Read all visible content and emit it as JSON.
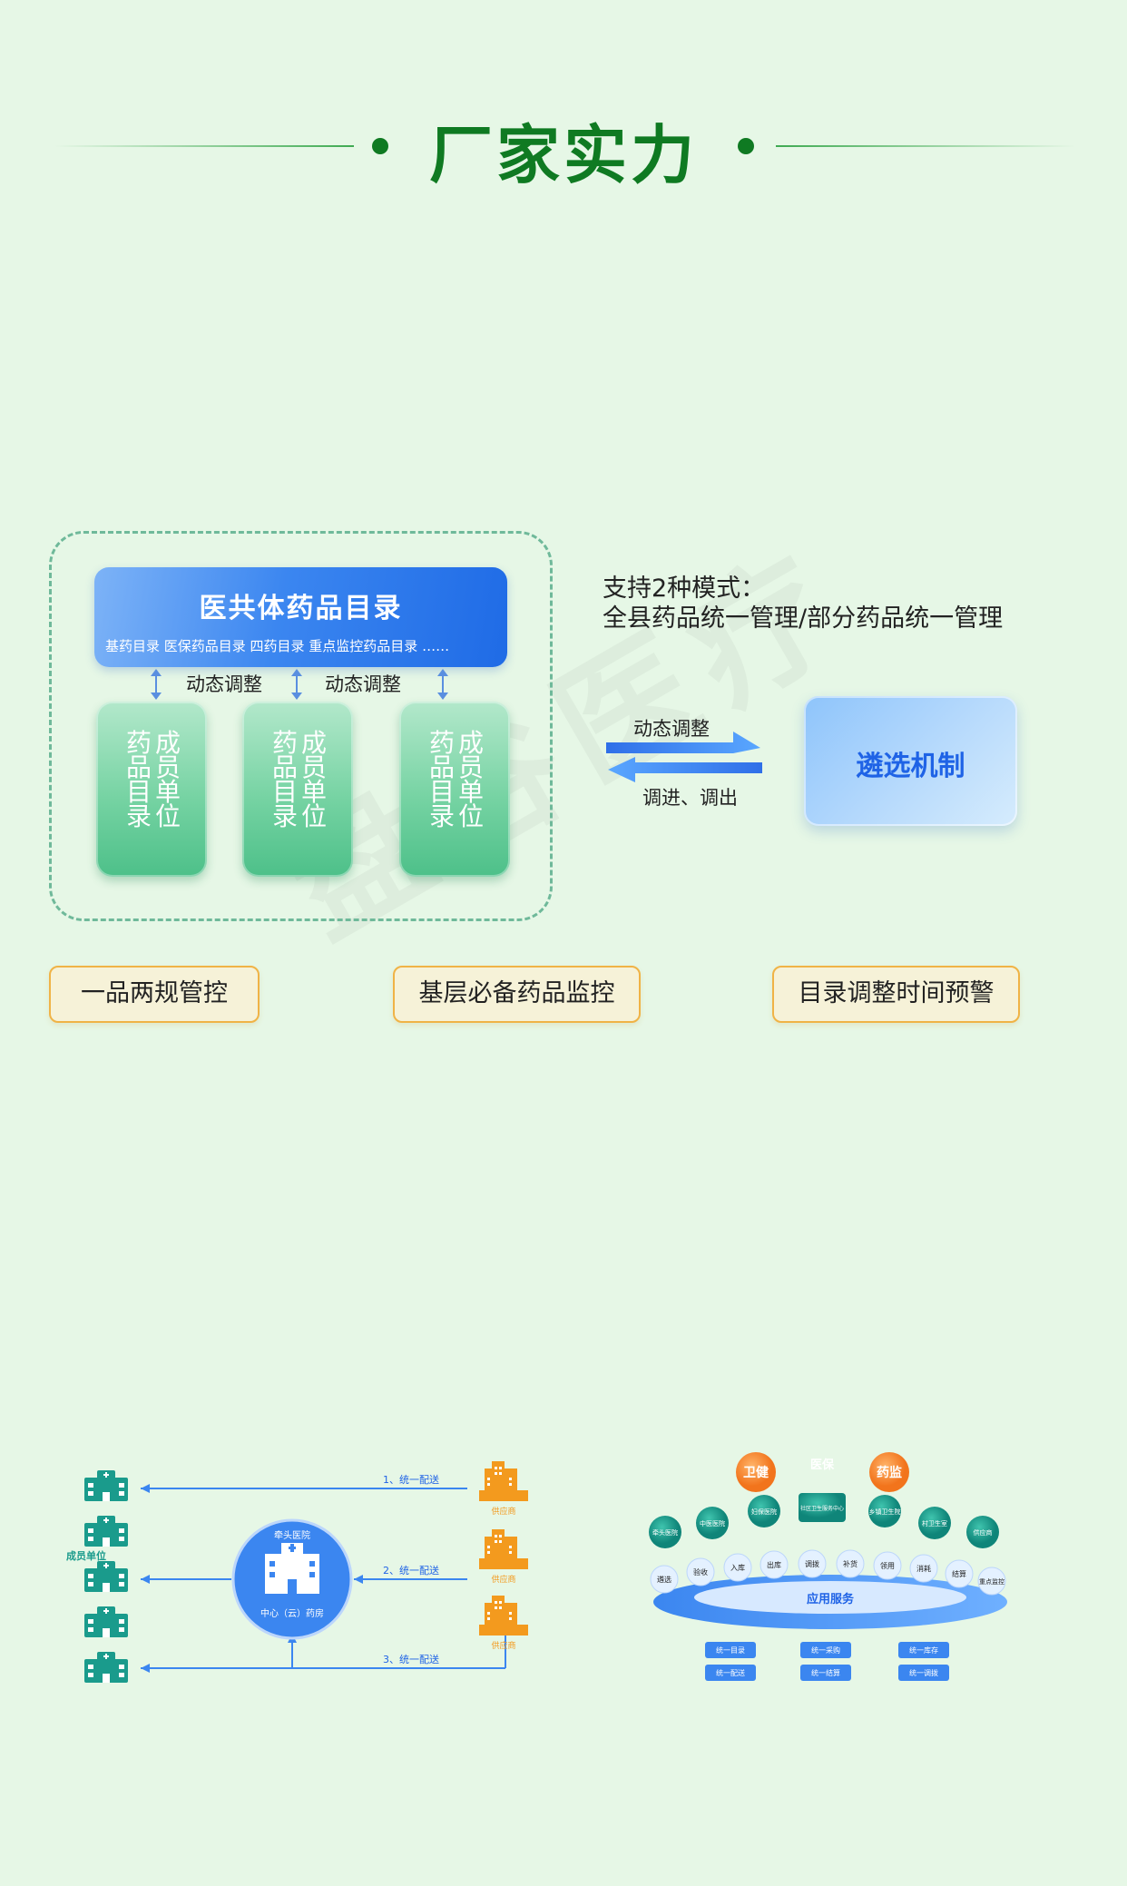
{
  "title": "厂家实力",
  "watermark": "盘谷医疗",
  "catalog": {
    "title": "医共体药品目录",
    "subtitle": "基药目录 医保药品目录 四药目录 重点监控药品目录 ……",
    "adjust_label_1": "动态调整",
    "adjust_label_2": "动态调整",
    "members": [
      {
        "col1": "药品目录",
        "col2": "成员单位"
      },
      {
        "col1": "药品目录",
        "col2": "成员单位"
      },
      {
        "col1": "药品目录",
        "col2": "成员单位"
      }
    ]
  },
  "modes": {
    "line1": "支持2种模式：",
    "line2": "全县药品统一管理/部分药品统一管理"
  },
  "flow": {
    "top_label": "动态调整",
    "bottom_label": "调进、调出",
    "target": "遴选机制"
  },
  "badges": [
    "一品两规管控",
    "基层必备药品监控",
    "目录调整时间预警"
  ],
  "distribution": {
    "member_label": "成员单位",
    "hub_top": "牵头医院",
    "hub_bottom": "中心（云）药房",
    "supplier": "供应商",
    "routes": [
      "1、统一配送",
      "2、统一配送",
      "3、统一配送"
    ]
  },
  "services": {
    "top_nodes": [
      "卫健",
      "医保",
      "药监"
    ],
    "org_nodes": [
      "牵头医院",
      "中医医院",
      "妇保医院",
      "社区卫生服务中心",
      "乡镇卫生院",
      "村卫生室",
      "供应商"
    ],
    "process_nodes": [
      "遴选",
      "验收",
      "入库",
      "出库",
      "调拨",
      "补货",
      "领用",
      "消耗",
      "结算",
      "重点监控"
    ],
    "ring_label": "应用服务",
    "unify_buttons": [
      "统一目录",
      "统一采购",
      "统一库存",
      "统一配送",
      "统一结算",
      "统一调拨"
    ]
  },
  "colors": {
    "title_green": "#0f7a22",
    "catalog_blue": "#3b86f0",
    "member_green": "#4dc089",
    "badge_border": "#f0b346",
    "teal": "#1a9b8c",
    "orange": "#f39a1e"
  }
}
